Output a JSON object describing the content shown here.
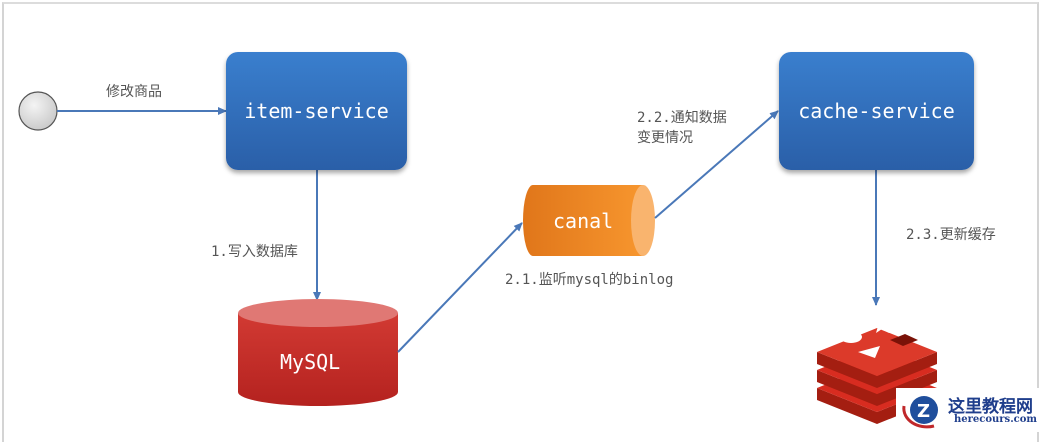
{
  "nodes": {
    "user": {
      "label": ""
    },
    "item_service": {
      "label": "item-service"
    },
    "cache_service": {
      "label": "cache-service"
    },
    "canal": {
      "label": "canal"
    },
    "mysql": {
      "label": "MySQL"
    },
    "redis": {
      "label": ""
    }
  },
  "edges": {
    "modify": {
      "label": "修改商品"
    },
    "write_db": {
      "label": "1.写入数据库"
    },
    "listen_binlog": {
      "label": "2.1.监听mysql的binlog"
    },
    "notify_line1": {
      "label": "2.2.通知数据"
    },
    "notify_line2": {
      "label": "变更情况"
    },
    "update_cache": {
      "label": "2.3.更新缓存"
    }
  },
  "colors": {
    "service": "#2f6cb8",
    "canal": "#f08a24",
    "mysql": "#c9302c",
    "redis": "#d82c20",
    "arrow": "#4a78b8"
  },
  "watermark": {
    "title": "这里教程网",
    "url": "herecours.com"
  }
}
